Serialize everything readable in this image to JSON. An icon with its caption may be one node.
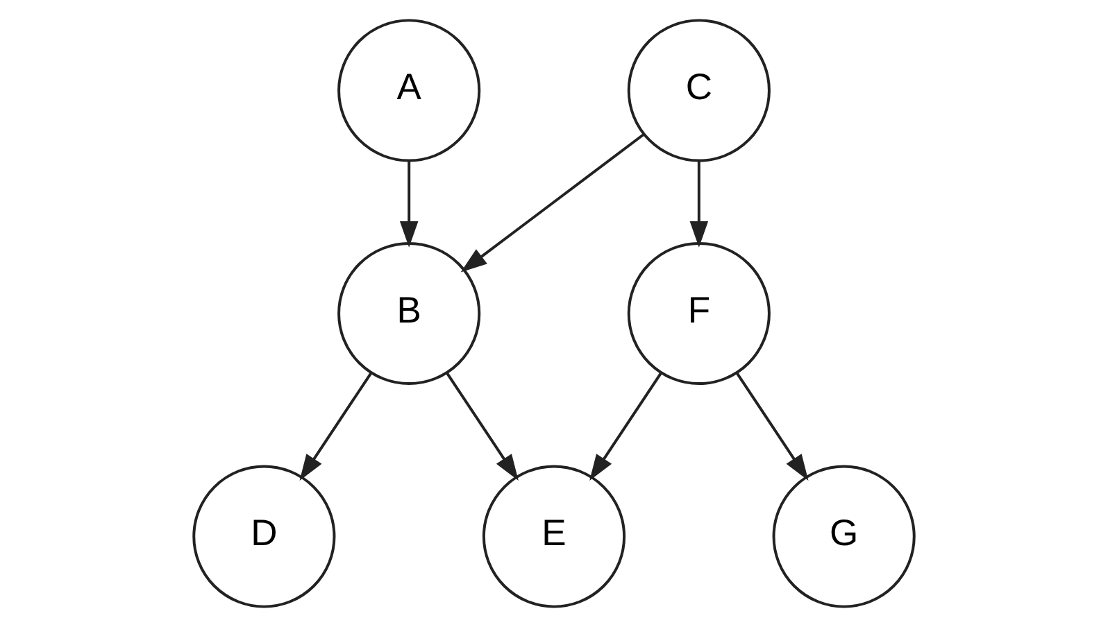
{
  "diagram": {
    "nodes": [
      {
        "text": [
          "A"
        ]
      },
      {
        "text": [
          "C"
        ]
      },
      {
        "text": [
          "B"
        ]
      },
      {
        "text": [
          "F"
        ]
      },
      {
        "text": [
          "D"
        ]
      },
      {
        "text": [
          "E"
        ]
      },
      {
        "text": [
          "G"
        ]
      }
    ],
    "edges": [
      {
        "from": 0,
        "to": 2,
        "arrow": "to"
      },
      {
        "from": 1,
        "to": 2,
        "arrow": "to"
      },
      {
        "from": 1,
        "to": 3,
        "arrow": "to"
      },
      {
        "from": 2,
        "to": 4,
        "arrow": "to"
      },
      {
        "from": 2,
        "to": 5,
        "arrow": "to"
      },
      {
        "from": 3,
        "to": 5,
        "arrow": "to"
      },
      {
        "from": 3,
        "to": 6,
        "arrow": "to"
      }
    ]
  }
}
